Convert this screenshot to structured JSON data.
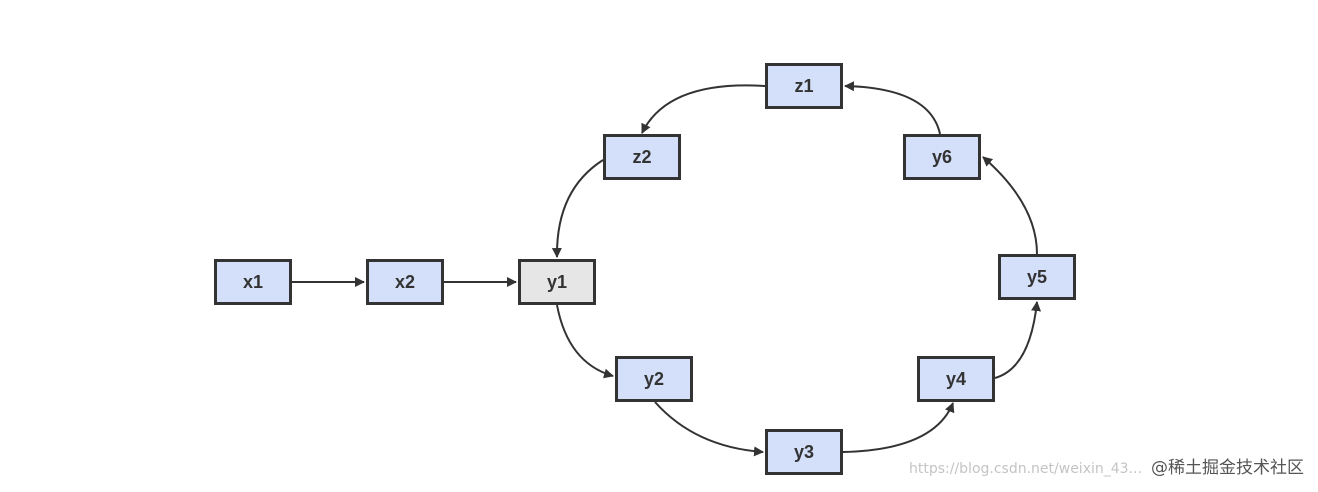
{
  "diagram": {
    "colors": {
      "node_fill": "#d4e0f9",
      "start_node_fill": "#e6e6e6",
      "border": "#333333",
      "edge": "#333333"
    },
    "nodes": {
      "x1": "x1",
      "x2": "x2",
      "y1": "y1",
      "y2": "y2",
      "y3": "y3",
      "y4": "y4",
      "y5": "y5",
      "y6": "y6",
      "z1": "z1",
      "z2": "z2"
    },
    "edges": [
      {
        "from": "x1",
        "to": "x2"
      },
      {
        "from": "x2",
        "to": "y1"
      },
      {
        "from": "y1",
        "to": "y2"
      },
      {
        "from": "y2",
        "to": "y3"
      },
      {
        "from": "y3",
        "to": "y4"
      },
      {
        "from": "y4",
        "to": "y5"
      },
      {
        "from": "y5",
        "to": "y6"
      },
      {
        "from": "y6",
        "to": "z1"
      },
      {
        "from": "z1",
        "to": "z2"
      },
      {
        "from": "z2",
        "to": "y1"
      }
    ]
  },
  "watermark": {
    "url": "https://blog.csdn.net/weixin_43...",
    "brand": "@稀土掘金技术社区"
  }
}
